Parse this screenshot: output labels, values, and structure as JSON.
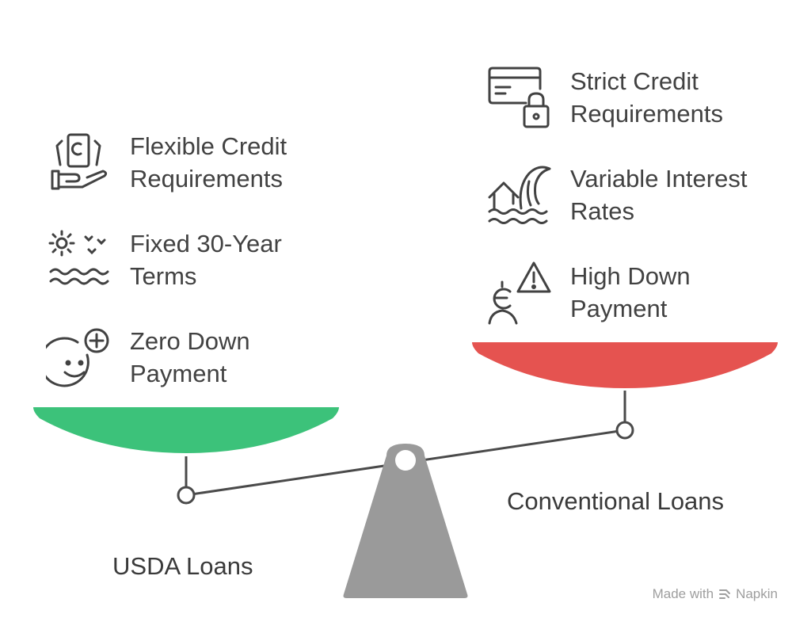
{
  "left": {
    "items": [
      {
        "line1": "Flexible Credit",
        "line2": "Requirements",
        "icon": "hand-holding-money-icon"
      },
      {
        "line1": "Fixed 30-Year",
        "line2": "Terms",
        "icon": "sun-waves-icon"
      },
      {
        "line1": "Zero Down",
        "line2": "Payment",
        "icon": "smile-plus-icon"
      }
    ],
    "label": "USDA Loans",
    "pan_color": "#3CC27A"
  },
  "right": {
    "items": [
      {
        "line1": "Strict Credit",
        "line2": "Requirements",
        "icon": "credit-card-lock-icon"
      },
      {
        "line1": "Variable Interest",
        "line2": "Rates",
        "icon": "house-wave-icon"
      },
      {
        "line1": "High Down",
        "line2": "Payment",
        "icon": "person-warning-icon"
      }
    ],
    "label": "Conventional Loans",
    "pan_color": "#E55350"
  },
  "footer": {
    "prefix": "Made with",
    "brand": "Napkin"
  },
  "colors": {
    "beam": "#4a4a4a",
    "stand": "#9a9a9a",
    "text": "#424242"
  }
}
